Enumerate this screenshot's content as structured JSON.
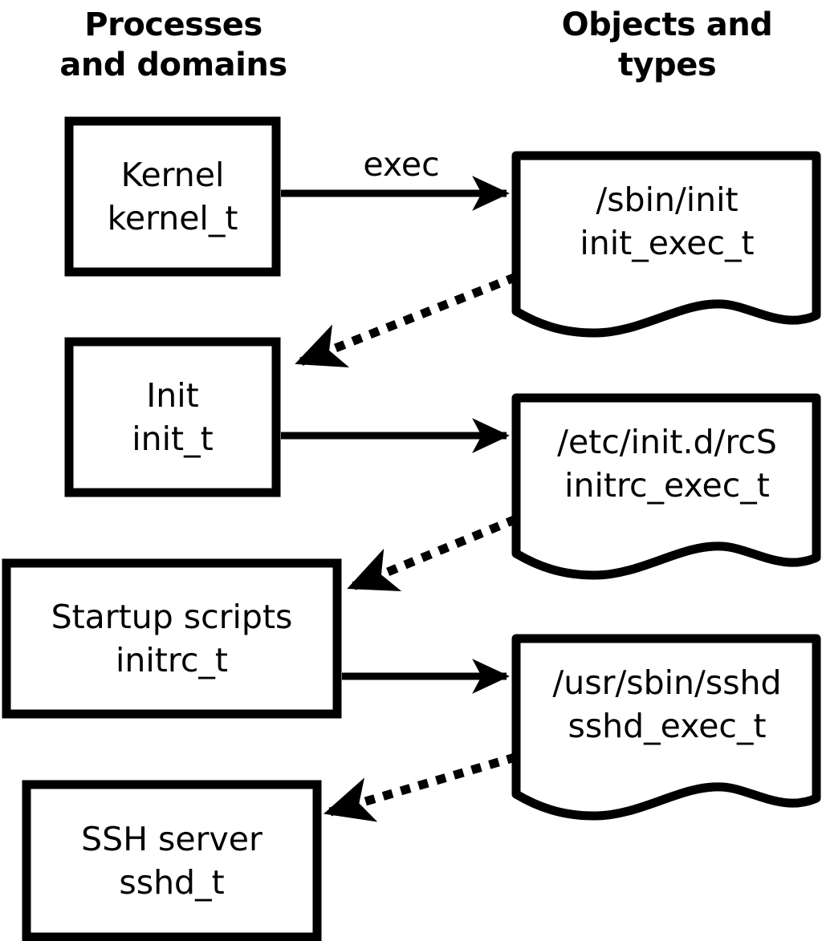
{
  "diagram": {
    "title_columns": [
      {
        "id": "processes",
        "label": "Processes\nand domains"
      },
      {
        "id": "objects",
        "label": "Objects and\ntypes"
      }
    ],
    "stroke_color": "#000000",
    "fill_color": "#ffffff",
    "process_nodes": [
      {
        "id": "kernel",
        "name": "Kernel",
        "type": "kernel_t",
        "label": "Kernel\nkernel_t"
      },
      {
        "id": "init",
        "name": "Init",
        "type": "init_t",
        "label": "Init\ninit_t"
      },
      {
        "id": "initrc",
        "name": "Startup scripts",
        "type": "initrc_t",
        "label": "Startup scripts\ninitrc_t"
      },
      {
        "id": "sshd",
        "name": "SSH server",
        "type": "sshd_t",
        "label": "SSH server\nsshd_t"
      }
    ],
    "object_nodes": [
      {
        "id": "init_exec",
        "path": "/sbin/init",
        "type": "init_exec_t",
        "label": "/sbin/init\ninit_exec_t"
      },
      {
        "id": "initrc_exec",
        "path": "/etc/init.d/rcS",
        "type": "initrc_exec_t",
        "label": "/etc/init.d/rcS\ninitrc_exec_t"
      },
      {
        "id": "sshd_exec",
        "path": "/usr/sbin/sshd",
        "type": "sshd_exec_t",
        "label": "/usr/sbin/sshd\nsshd_exec_t"
      }
    ],
    "edges": [
      {
        "id": "kernel-exec-init",
        "from": "kernel",
        "to": "init_exec",
        "label": "exec",
        "style": "solid"
      },
      {
        "id": "init_exec-transition",
        "from": "init_exec",
        "to": "init",
        "label": "",
        "style": "dotted"
      },
      {
        "id": "init-exec-initrc",
        "from": "init",
        "to": "initrc_exec",
        "label": "",
        "style": "solid"
      },
      {
        "id": "initrc_exec-transition",
        "from": "initrc_exec",
        "to": "initrc",
        "label": "",
        "style": "dotted"
      },
      {
        "id": "initrc-exec-sshd",
        "from": "initrc",
        "to": "sshd_exec",
        "label": "",
        "style": "solid"
      },
      {
        "id": "sshd_exec-transition",
        "from": "sshd_exec",
        "to": "sshd",
        "label": "",
        "style": "dotted"
      }
    ]
  }
}
